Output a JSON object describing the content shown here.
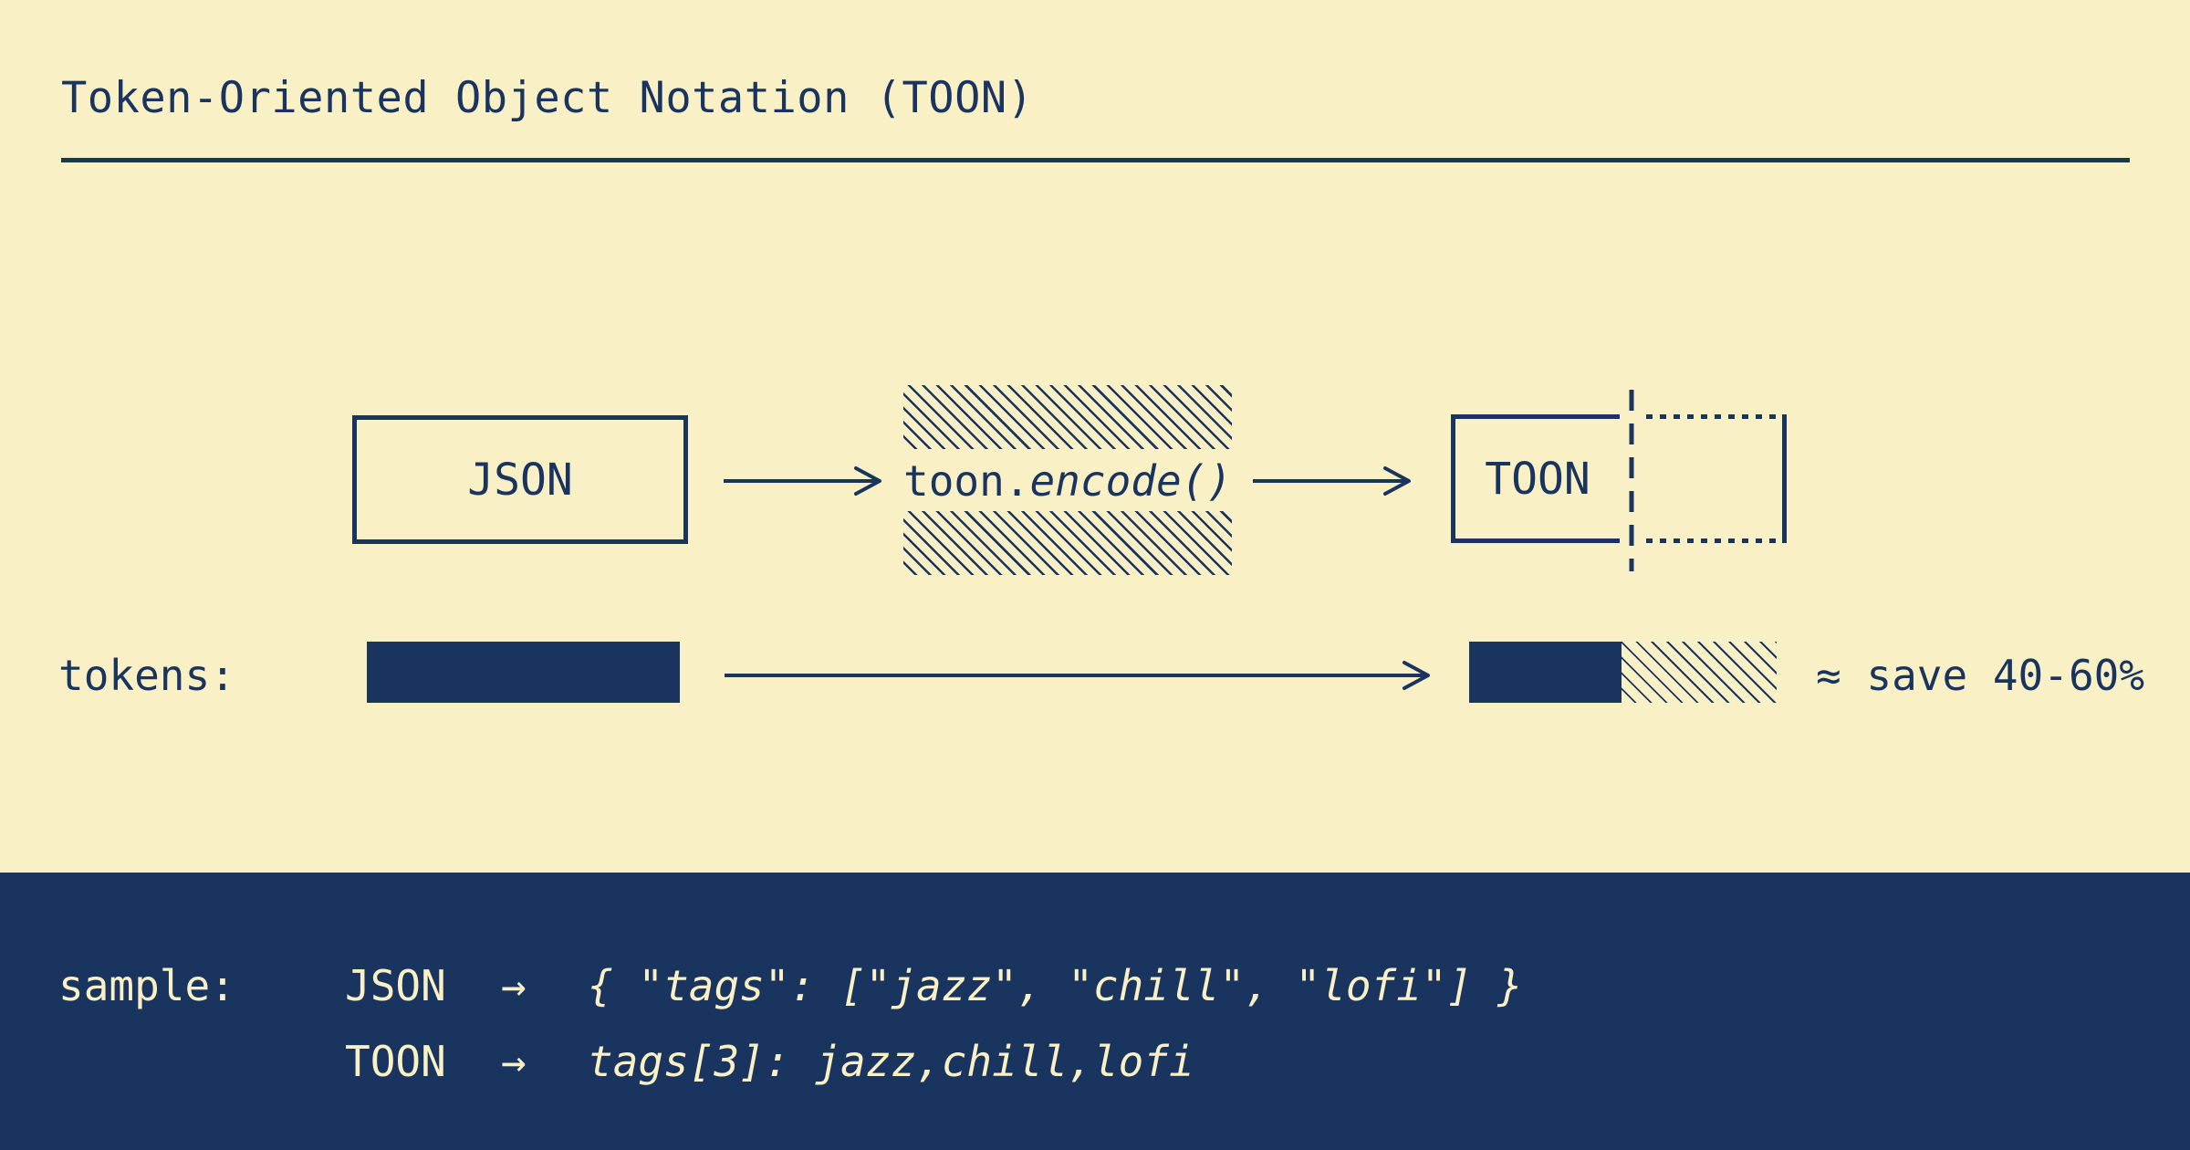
{
  "colors": {
    "background_cream": "#FAF0C5",
    "navy": "#18345F"
  },
  "header": {
    "title": "Token-Oriented Object Notation (TOON)"
  },
  "flow": {
    "input_label": "JSON",
    "encoder_prefix": "toon.",
    "encoder_call": "encode()",
    "output_label": "TOON"
  },
  "tokens_row": {
    "label": "tokens:",
    "savings_note": "≈ save 40-60%"
  },
  "sample": {
    "label": "sample:",
    "rows": [
      {
        "format": "JSON",
        "arrow": "→",
        "code": "{ \"tags\": [\"jazz\", \"chill\", \"lofi\"] }"
      },
      {
        "format": "TOON",
        "arrow": "→",
        "code": "tags[3]: jazz,chill,lofi"
      }
    ]
  }
}
